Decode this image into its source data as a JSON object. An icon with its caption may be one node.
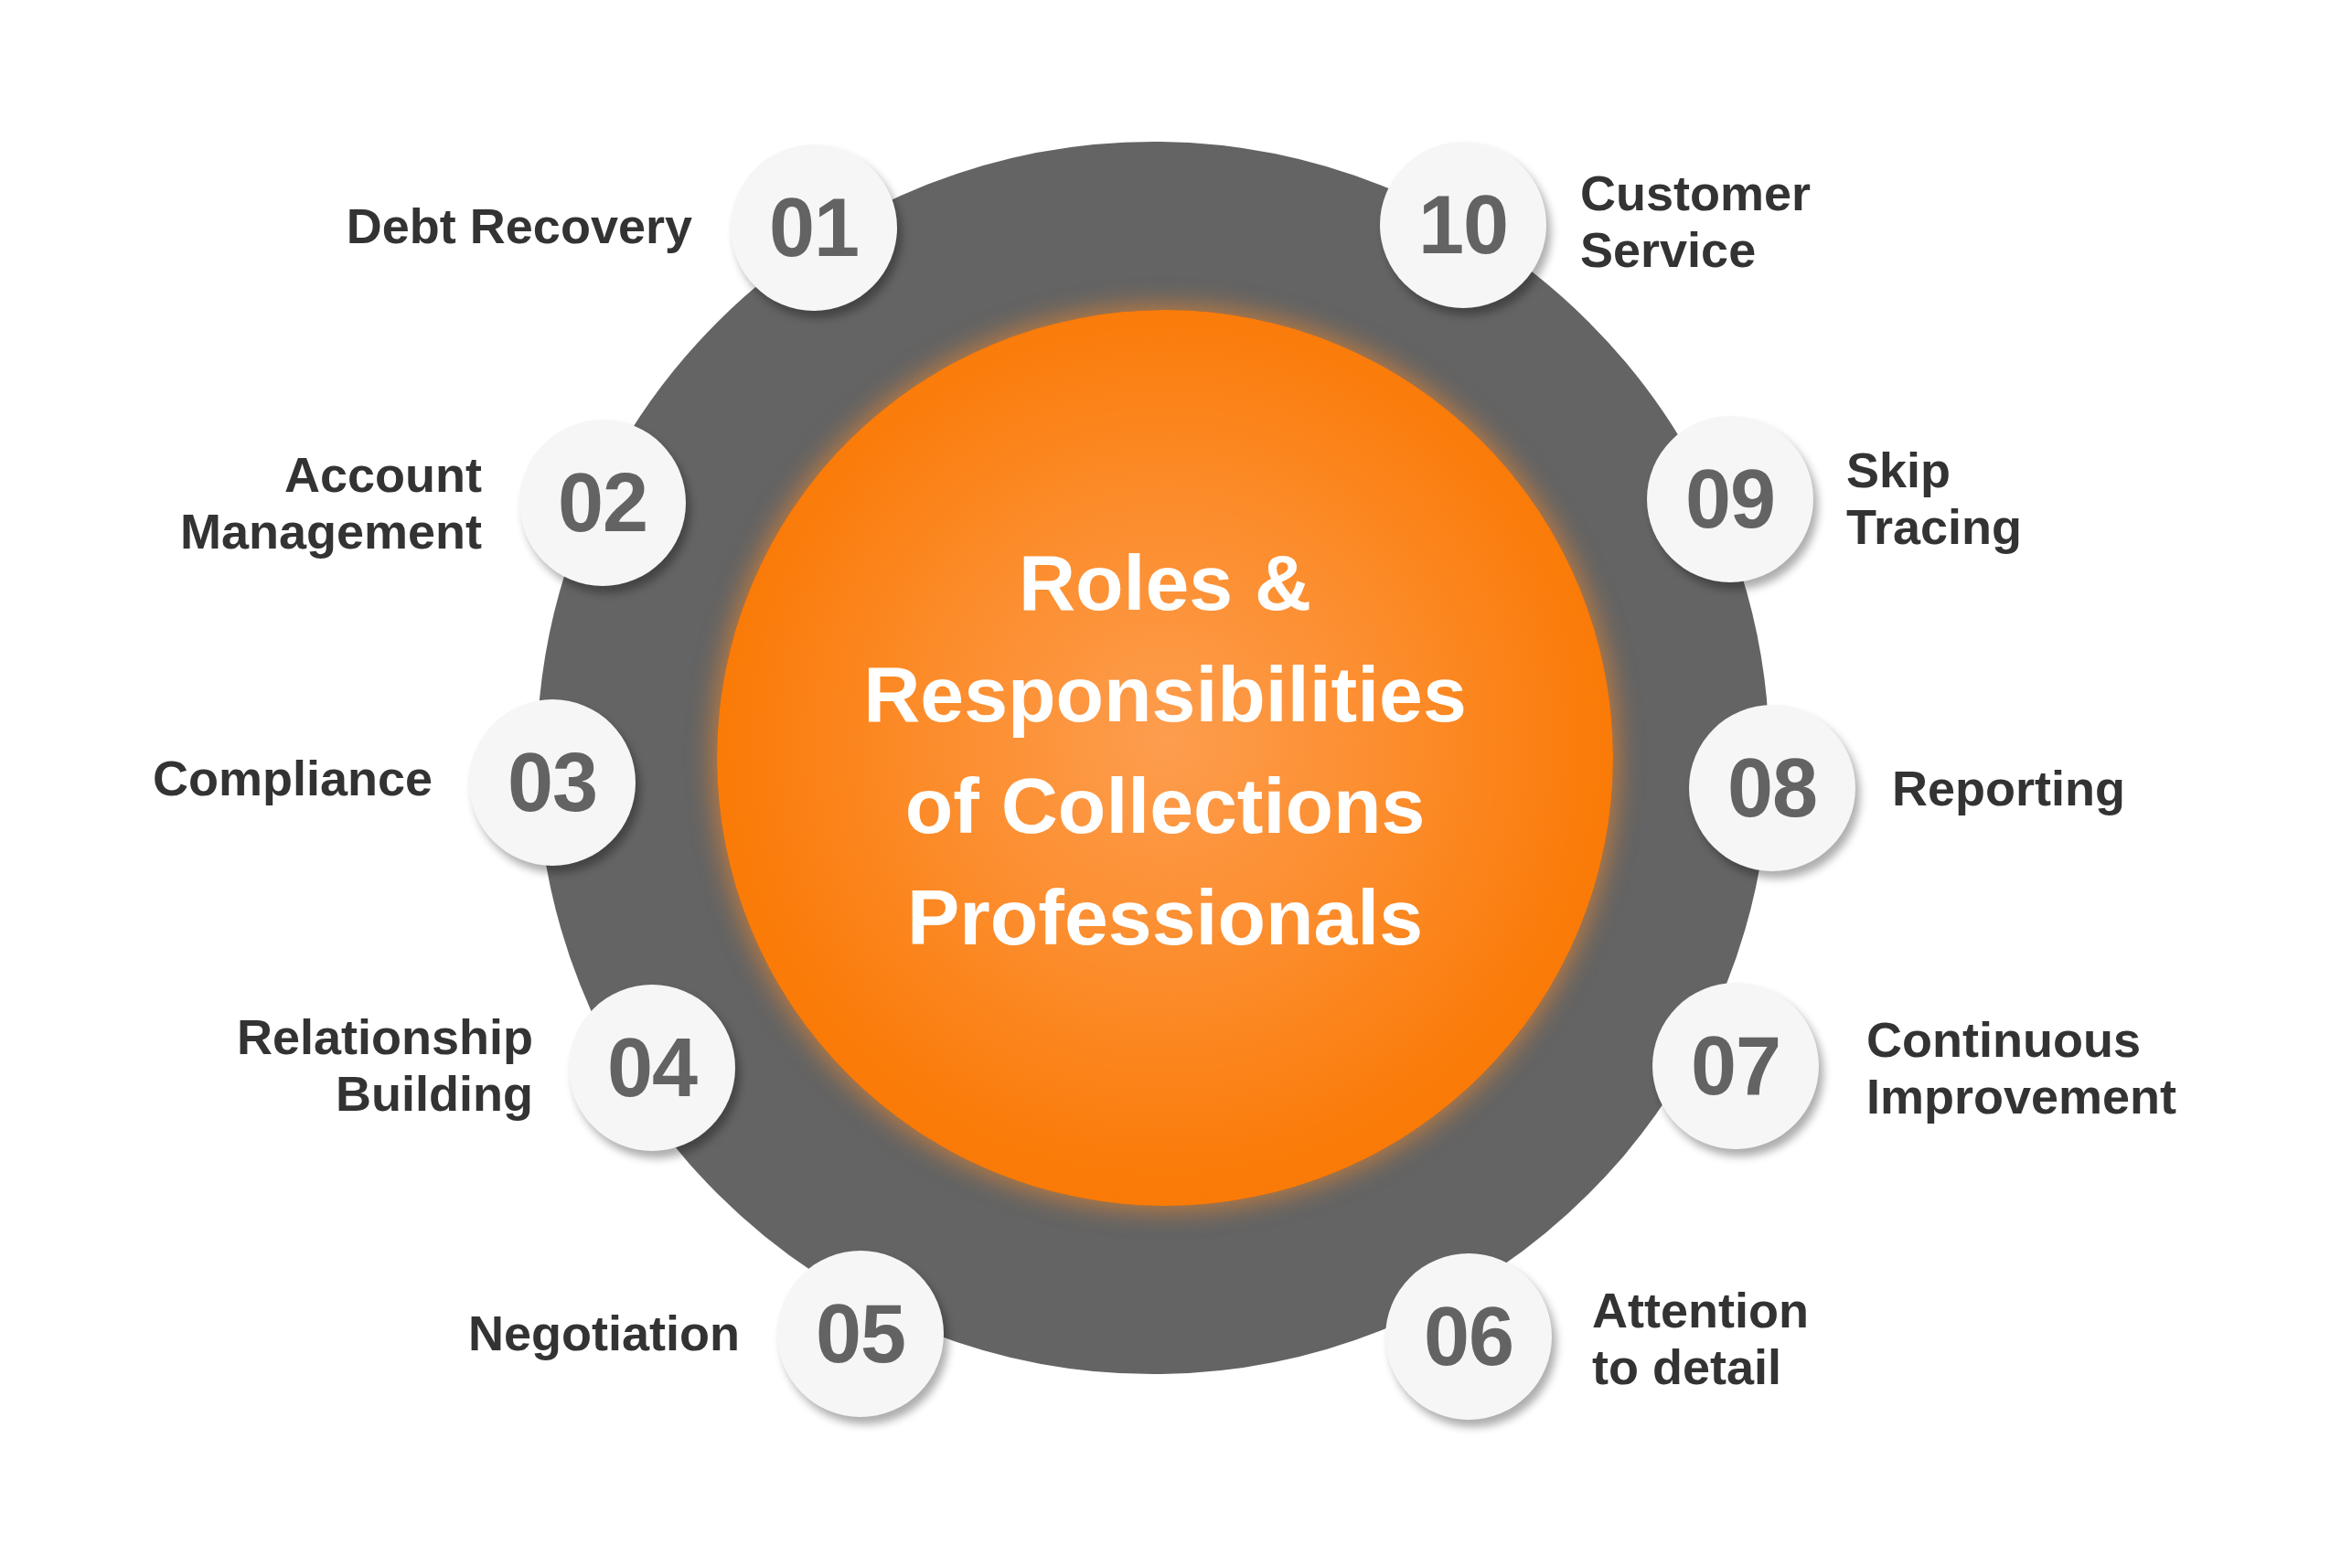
{
  "diagram": {
    "nodes": [
      {
        "text": [
          "Roles & Responsibilities of Collections Professionals"
        ]
      },
      {
        "text": [
          "01"
        ],
        "beside": [
          "Debt Recovery"
        ]
      },
      {
        "text": [
          "02"
        ],
        "beside": [
          "Account Management"
        ]
      },
      {
        "text": [
          "03"
        ],
        "beside": [
          "Compliance"
        ]
      },
      {
        "text": [
          "04"
        ],
        "beside": [
          "Relationship Building"
        ]
      },
      {
        "text": [
          "05"
        ],
        "beside": [
          "Negotiation"
        ]
      },
      {
        "text": [
          "06"
        ],
        "beside": [
          "Attention to detail"
        ]
      },
      {
        "text": [
          "07"
        ],
        "beside": [
          "Continuous Improvement"
        ]
      },
      {
        "text": [
          "08"
        ],
        "beside": [
          "Reporting"
        ]
      },
      {
        "text": [
          "09"
        ],
        "beside": [
          "Skip Tracing"
        ]
      },
      {
        "text": [
          "10"
        ],
        "beside": [
          "Customer Service"
        ]
      }
    ]
  }
}
